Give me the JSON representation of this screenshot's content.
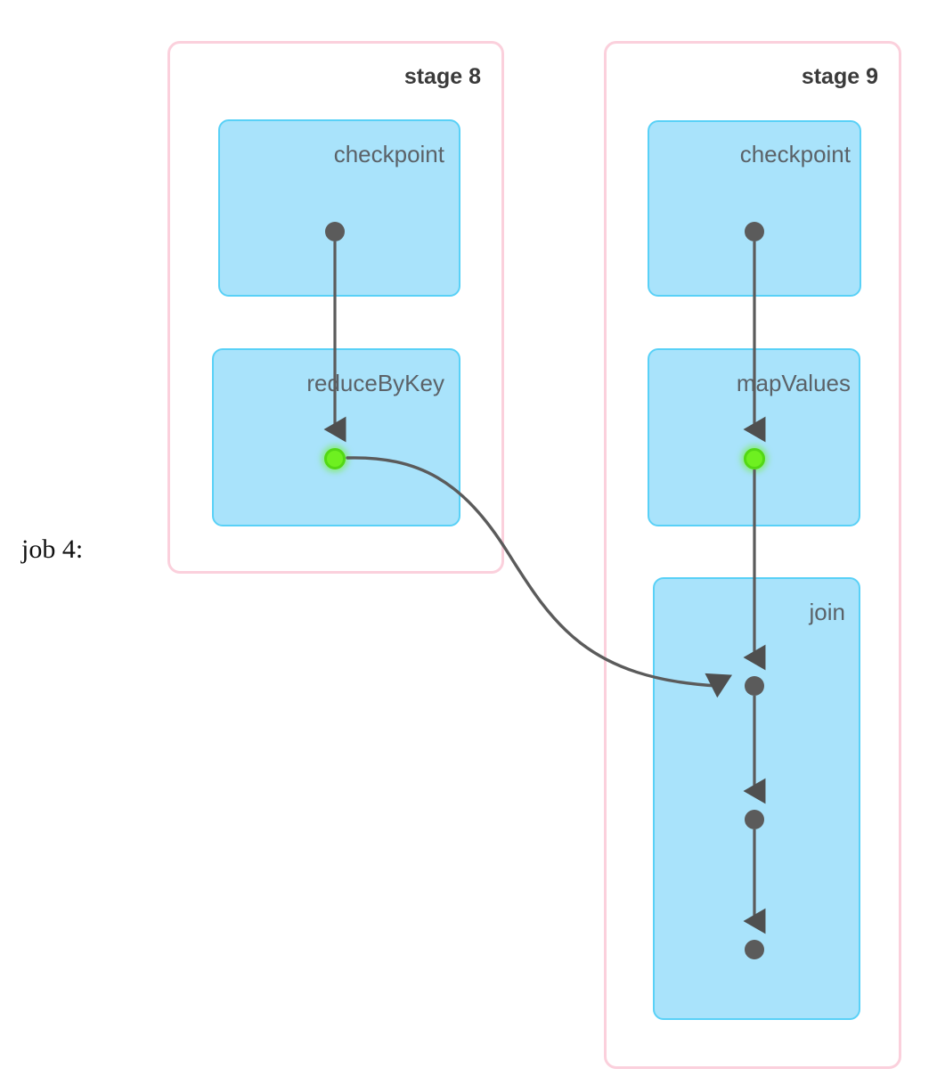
{
  "diagram": {
    "type": "spark-dag-visualization",
    "job_label": "job 4:",
    "colors": {
      "stage_border": "#fbd0dc",
      "rdd_fill": "#a9e3fb",
      "rdd_border": "#59d1f7",
      "edge": "#5b5b5b",
      "vertex_plain": "#5b5b5b",
      "vertex_cached": "#6ef020",
      "label_text": "#5b6268",
      "stage_text": "#3a3a3a"
    },
    "stages": [
      {
        "id": "stage-8",
        "label": "stage 8",
        "rdds": [
          {
            "id": "s8-checkpoint",
            "label": "checkpoint",
            "vertices": [
              "plain"
            ]
          },
          {
            "id": "s8-reducebykey",
            "label": "reduceByKey",
            "vertices": [
              "cached"
            ]
          }
        ]
      },
      {
        "id": "stage-9",
        "label": "stage 9",
        "rdds": [
          {
            "id": "s9-checkpoint",
            "label": "checkpoint",
            "vertices": [
              "plain"
            ]
          },
          {
            "id": "s9-mapvalues",
            "label": "mapValues",
            "vertices": [
              "cached"
            ]
          },
          {
            "id": "s9-join",
            "label": "join",
            "vertices": [
              "plain",
              "plain",
              "plain"
            ]
          }
        ]
      }
    ],
    "edges": [
      {
        "from": "s8-checkpoint",
        "to": "s8-reducebykey",
        "kind": "narrow"
      },
      {
        "from": "s9-checkpoint",
        "to": "s9-mapvalues",
        "kind": "narrow"
      },
      {
        "from": "s9-mapvalues",
        "to": "s9-join",
        "kind": "narrow"
      },
      {
        "from": "s8-reducebykey",
        "to": "s9-join",
        "kind": "shuffle"
      },
      {
        "from": "s9-join-1",
        "to": "s9-join-2",
        "kind": "narrow"
      },
      {
        "from": "s9-join-2",
        "to": "s9-join-3",
        "kind": "narrow"
      }
    ]
  }
}
